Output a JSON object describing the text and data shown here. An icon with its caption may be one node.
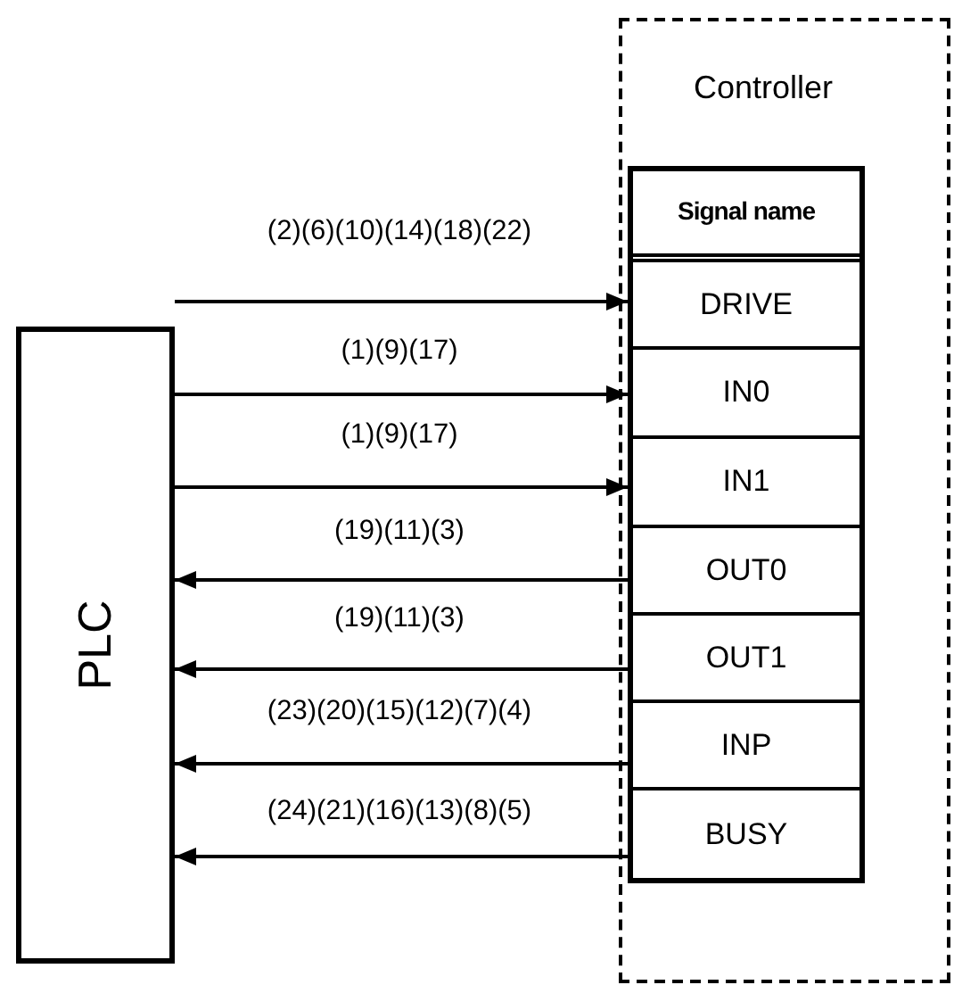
{
  "diagram": {
    "nodes": [
      {
        "text": [
          "PLC"
        ]
      },
      {
        "text": [
          "Controller"
        ]
      },
      {
        "text": [
          "Signal name"
        ],
        "in": 1
      },
      {
        "text": [
          "DRIVE"
        ],
        "in": 1
      },
      {
        "text": [
          "IN0"
        ],
        "in": 1
      },
      {
        "text": [
          "IN1"
        ],
        "in": 1
      },
      {
        "text": [
          "OUT0"
        ],
        "in": 1
      },
      {
        "text": [
          "OUT1"
        ],
        "in": 1
      },
      {
        "text": [
          "INP"
        ],
        "in": 1
      },
      {
        "text": [
          "BUSY"
        ],
        "in": 1
      }
    ],
    "edges": [
      {
        "from": 0,
        "to": 3,
        "arrow": "to",
        "label": "(2)(6)(10)(14)(18)(22)"
      },
      {
        "from": 0,
        "to": 4,
        "arrow": "to",
        "label": "(1)(9)(17)"
      },
      {
        "from": 0,
        "to": 5,
        "arrow": "to",
        "label": "(1)(9)(17)"
      },
      {
        "from": 6,
        "to": 0,
        "arrow": "to",
        "label": "(19)(11)(3)"
      },
      {
        "from": 7,
        "to": 0,
        "arrow": "to",
        "label": "(19)(11)(3)"
      },
      {
        "from": 8,
        "to": 0,
        "arrow": "to",
        "label": "(23)(20)(15)(12)(7)(4)"
      },
      {
        "from": 9,
        "to": 0,
        "arrow": "to",
        "label": "(24)(21)(16)(13)(8)(5)"
      }
    ]
  }
}
